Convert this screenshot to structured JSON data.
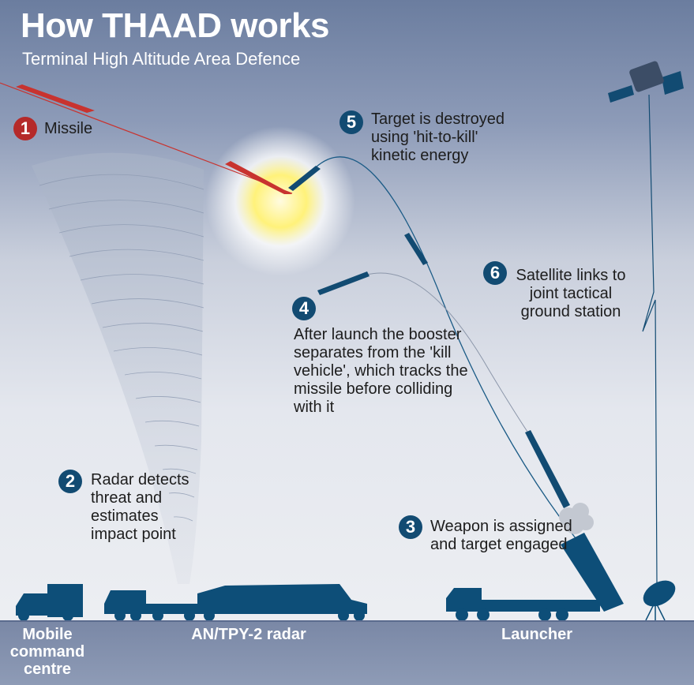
{
  "title": "How THAAD works",
  "subtitle": "Terminal High Altitude Area Defence",
  "steps": [
    {
      "num": "1",
      "text": "Missile"
    },
    {
      "num": "2",
      "text": "Radar detects threat and estimates impact point"
    },
    {
      "num": "3",
      "text": "Weapon is assigned and target engaged"
    },
    {
      "num": "4",
      "text": "After launch the booster separates from the 'kill vehicle', which tracks the missile before colliding with it"
    },
    {
      "num": "5",
      "text": "Target is destroyed using 'hit-to-kill' kinetic energy"
    },
    {
      "num": "6",
      "text": "Satellite links to joint tactical ground station"
    }
  ],
  "ground_labels": {
    "command": "Mobile command centre",
    "radar": "AN/TPY-2 radar",
    "launcher": "Launcher"
  },
  "colors": {
    "navy": "#124b72",
    "missile_red": "#c8332f",
    "vehicle": "#0d4e78"
  }
}
